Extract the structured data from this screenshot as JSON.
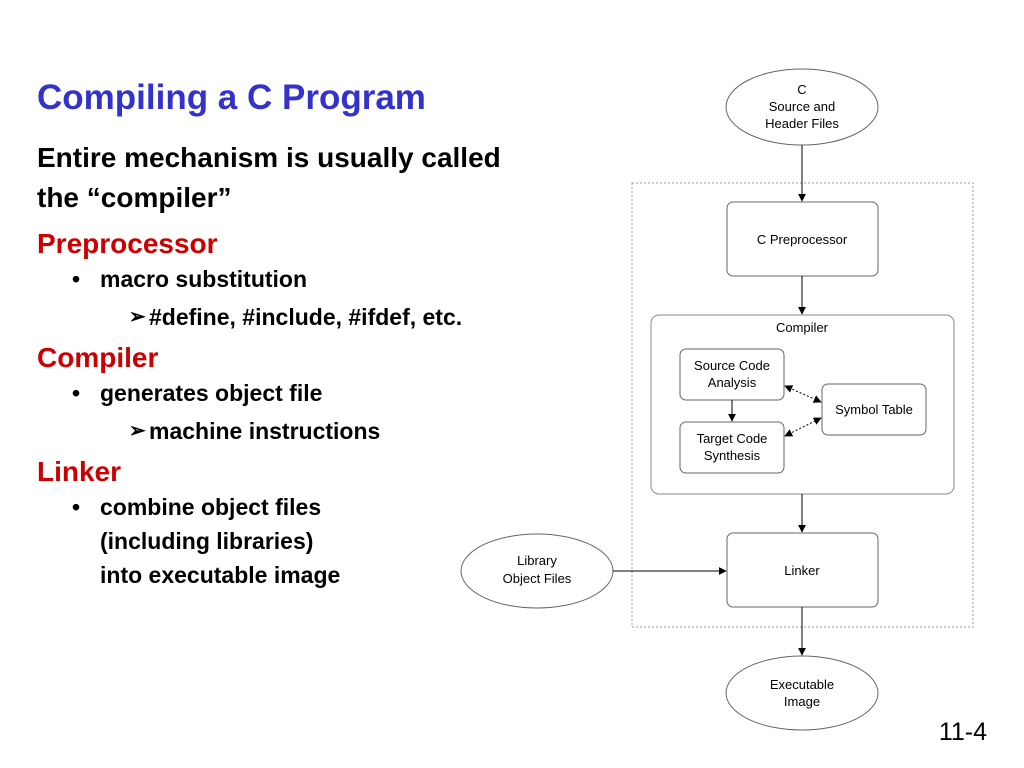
{
  "slide": {
    "title": "Compiling a C Program",
    "subtitle_lines": [
      "Entire mechanism is usually called",
      "the “compiler”"
    ],
    "page_number": "11-4"
  },
  "sections": [
    {
      "heading": "Preprocessor",
      "bullet": [
        "macro substitution"
      ],
      "sub_bullet": "#define, #include, #ifdef, etc."
    },
    {
      "heading": "Compiler",
      "bullet": [
        "generates object file"
      ],
      "sub_bullet": "machine instructions"
    },
    {
      "heading": "Linker",
      "bullet": [
        "combine object files",
        "(including libraries)",
        "into executable image"
      ]
    }
  ],
  "markers": {
    "bullet": "•",
    "sub_bullet": "➢"
  },
  "diagram": {
    "source": [
      "C",
      "Source and",
      "Header Files"
    ],
    "preprocessor": [
      "C Preprocessor"
    ],
    "compiler_group": "Compiler",
    "source_analysis": [
      "Source Code",
      "Analysis"
    ],
    "target_synthesis": [
      "Target Code",
      "Synthesis"
    ],
    "symbol_table": [
      "Symbol Table"
    ],
    "library": [
      "Library",
      "Object Files"
    ],
    "linker": [
      "Linker"
    ],
    "executable": [
      "Executable",
      "Image"
    ]
  },
  "colors": {
    "title": "#3333cc",
    "heading": "#cc0000",
    "box_stroke": "#666666",
    "group_border": "#999999"
  }
}
